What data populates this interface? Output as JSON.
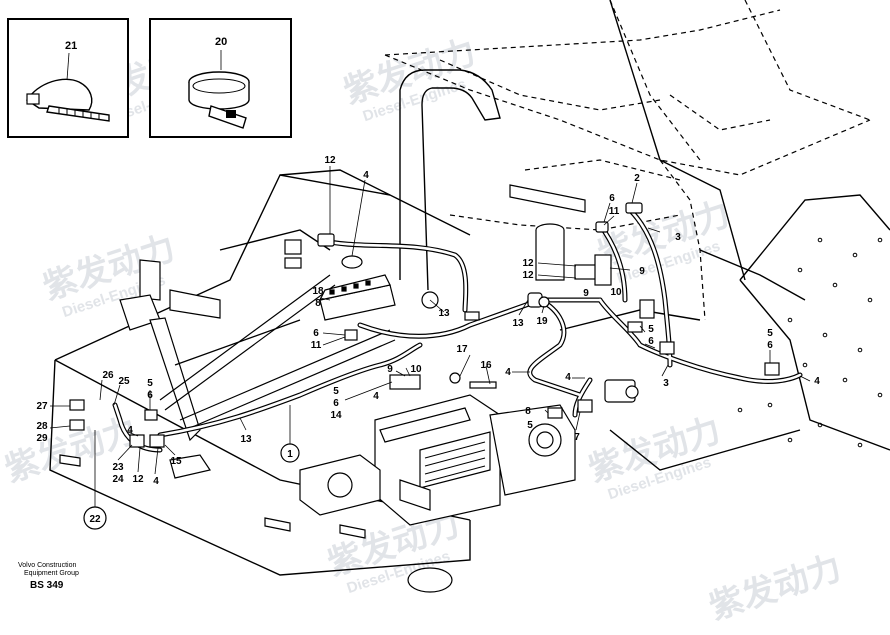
{
  "insets": [
    {
      "id": "21",
      "label": "21"
    },
    {
      "id": "20",
      "label": "20"
    }
  ],
  "callouts": [
    "12",
    "4",
    "2",
    "6",
    "11",
    "3",
    "12",
    "12",
    "9",
    "10",
    "18",
    "8",
    "6",
    "11",
    "13",
    "13",
    "19",
    "9",
    "5",
    "6",
    "5",
    "6",
    "4",
    "17",
    "16",
    "9",
    "10",
    "5",
    "6",
    "14",
    "4",
    "4",
    "4",
    "3",
    "8",
    "5",
    "7",
    "1",
    "26",
    "25",
    "27",
    "5",
    "6",
    "28",
    "29",
    "4",
    "23",
    "24",
    "12",
    "4",
    "15",
    "13",
    "22"
  ],
  "watermark": {
    "brand": "紫发动力",
    "sub": "Diesel-Engines"
  },
  "footer": {
    "line1": "Volvo Construction",
    "line2": "Equipment Group",
    "code": "BS 349"
  }
}
